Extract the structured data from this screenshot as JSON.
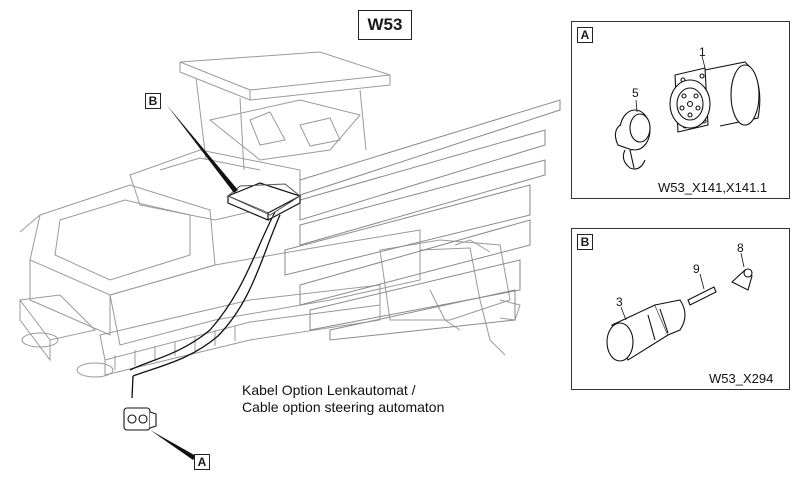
{
  "title": "W53",
  "caption": {
    "line1": "Kabel Option Lenkautomat /",
    "line2": "Cable option steering automaton"
  },
  "callouts": {
    "main_a": "A",
    "main_b": "B"
  },
  "panel_a": {
    "tag": "A",
    "code": "W53_X141,X141.1",
    "items": [
      "1",
      "5"
    ]
  },
  "panel_b": {
    "tag": "B",
    "code": "W53_X294",
    "items": [
      "8",
      "9",
      "3"
    ]
  }
}
